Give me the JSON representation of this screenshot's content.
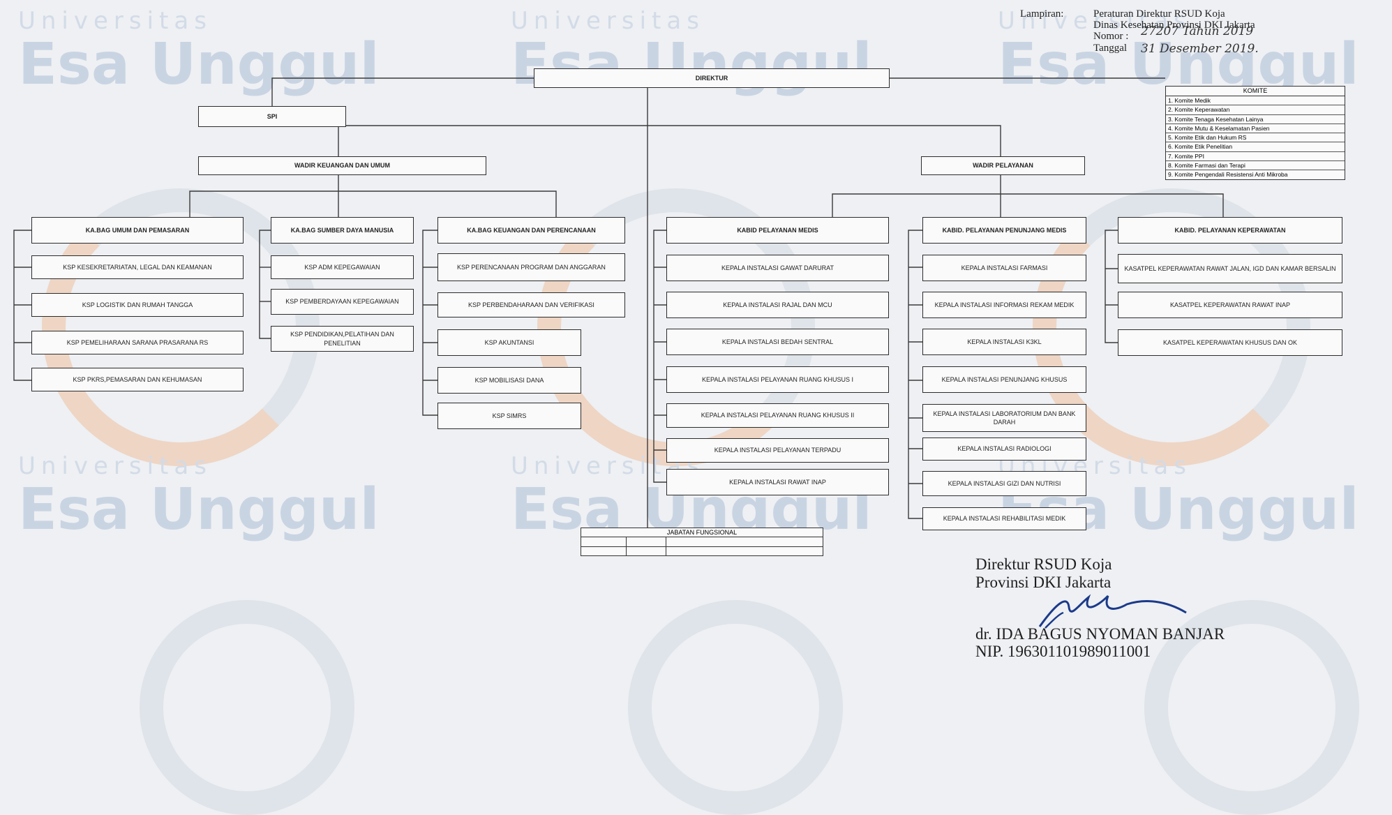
{
  "watermark": {
    "university": "Universitas",
    "name": "Esa Unggul"
  },
  "header": {
    "lampiran_label": "Lampiran:",
    "line1": "Peraturan Direktur RSUD Koja",
    "line2": "Dinas Kesehatan Provinsi DKI Jakarta",
    "nomor_label": "Nomor :",
    "nomor_value": "27207 Tahun 2019",
    "tanggal_label": "Tanggal",
    "tanggal_value": "31 Desember 2019."
  },
  "org": {
    "direktur": "DIREKTUR",
    "spi": "SPI",
    "wadir_keuangan": "WADIR KEUANGAN DAN UMUM",
    "wadir_pelayanan": "WADIR PELAYANAN",
    "kabag_umum": {
      "title": "KA.BAG UMUM DAN PEMASARAN",
      "items": [
        "KSP KESEKRETARIATAN, LEGAL DAN KEAMANAN",
        "KSP LOGISTIK DAN RUMAH TANGGA",
        "KSP PEMELIHARAAN SARANA PRASARANA RS",
        "KSP PKRS,PEMASARAN DAN KEHUMASAN"
      ]
    },
    "kabag_sdm": {
      "title": "KA.BAG SUMBER DAYA MANUSIA",
      "items": [
        "KSP ADM KEPEGAWAIAN",
        "KSP PEMBERDAYAAN KEPEGAWAIAN",
        "KSP PENDIDIKAN,PELATIHAN DAN PENELITIAN"
      ]
    },
    "kabag_keuangan": {
      "title": "KA.BAG KEUANGAN DAN PERENCANAAN",
      "items": [
        "KSP PERENCANAAN PROGRAM DAN ANGGARAN",
        "KSP PERBENDAHARAAN DAN VERIFIKASI",
        "KSP AKUNTANSI",
        "KSP MOBILISASI DANA",
        "KSP SIMRS"
      ]
    },
    "kabid_medis": {
      "title": "KABID PELAYANAN MEDIS",
      "items": [
        "KEPALA INSTALASI GAWAT DARURAT",
        "KEPALA INSTALASI RAJAL DAN MCU",
        "KEPALA INSTALASI BEDAH SENTRAL",
        "KEPALA INSTALASI PELAYANAN RUANG KHUSUS I",
        "KEPALA INSTALASI PELAYANAN RUANG KHUSUS II",
        "KEPALA INSTALASI PELAYANAN TERPADU",
        "KEPALA INSTALASI RAWAT INAP"
      ]
    },
    "kabid_penunjang": {
      "title": "KABID. PELAYANAN PENUNJANG MEDIS",
      "items": [
        "KEPALA INSTALASI FARMASI",
        "KEPALA INSTALASI INFORMASI REKAM MEDIK",
        "KEPALA INSTALASI K3KL",
        "KEPALA INSTALASI PENUNJANG KHUSUS",
        "KEPALA INSTALASI LABORATORIUM DAN BANK DARAH",
        "KEPALA INSTALASI RADIOLOGI",
        "KEPALA INSTALASI GIZI DAN NUTRISI",
        "KEPALA INSTALASI REHABILITASI MEDIK"
      ]
    },
    "kabid_keperawatan": {
      "title": "KABID. PELAYANAN KEPERAWATAN",
      "items": [
        "KASATPEL KEPERAWATAN RAWAT JALAN, IGD DAN KAMAR BERSALIN",
        "KASATPEL KEPERAWATAN RAWAT INAP",
        "KASATPEL KEPERAWATAN KHUSUS DAN OK"
      ]
    },
    "jabatan_fungsional": "JABATAN FUNGSIONAL"
  },
  "komite": {
    "title": "KOMITE",
    "items": [
      "1. Komite Medik",
      "2. Komite Keperawatan",
      "3. Komite Tenaga Kesehatan Lainya",
      "4. Komite Mutu & Keselamatan Pasien",
      "5. Komite Etik dan Hukum RS",
      "6. Komite Etik Penelitian",
      "7. Komite PPI",
      "8. Komite Farmasi dan Terapi",
      "9. Komite Pengendali Resistensi Anti Mikroba"
    ]
  },
  "signature": {
    "title1": "Direktur RSUD Koja",
    "title2": "Provinsi DKI Jakarta",
    "name": "dr. IDA BAGUS NYOMAN BANJAR",
    "nip": "NIP. 196301101989011001"
  }
}
